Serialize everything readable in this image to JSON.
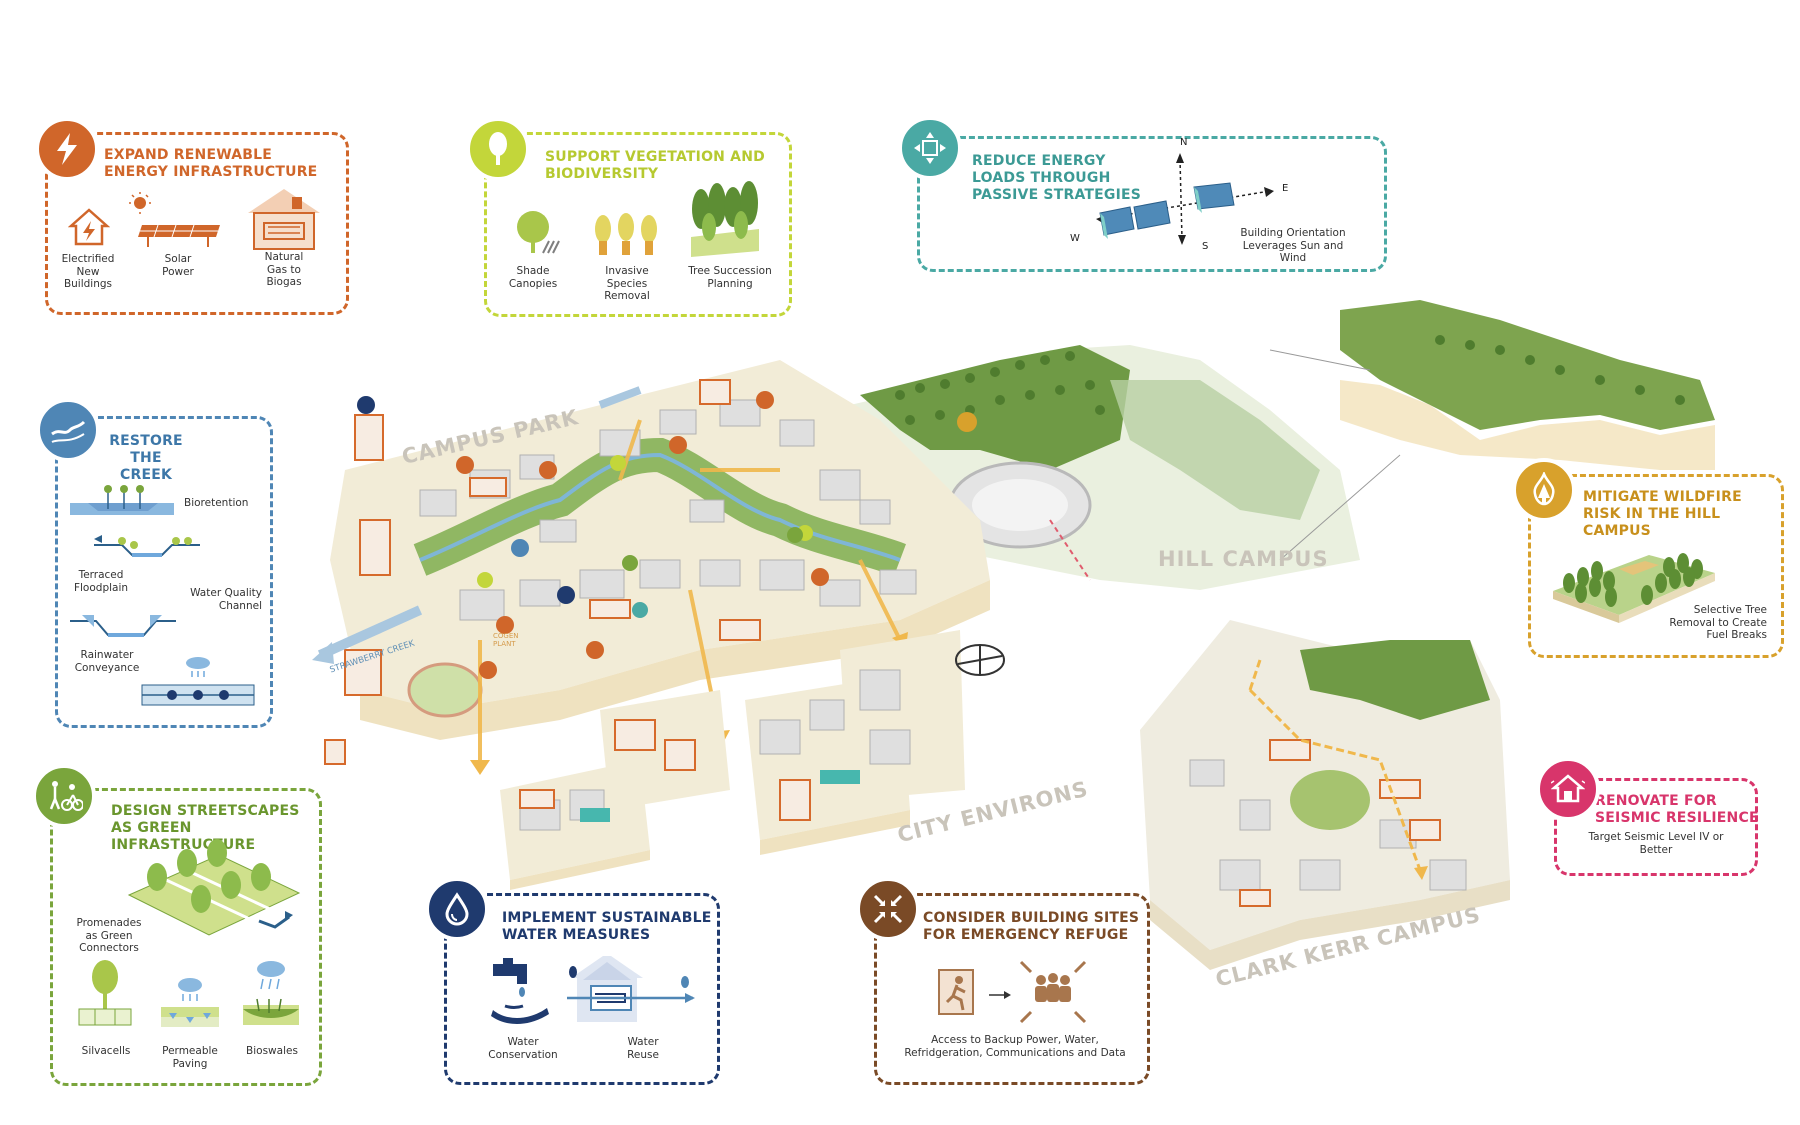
{
  "colors": {
    "energy": "#d0662a",
    "vegetation": "#c3d63a",
    "passive": "#4aa9a4",
    "creek": "#4f86b5",
    "streetscape": "#7aa53c",
    "water": "#1f3a6e",
    "refuge": "#7a4a26",
    "wildfire": "#d8a12c",
    "seismic": "#d8356b"
  },
  "panels": {
    "energy": {
      "title": "EXPAND RENEWABLE ENERGY INFRASTRUCTURE",
      "items": [
        "Electrified New Buildings",
        "Solar Power",
        "Natural Gas to Biogas"
      ],
      "icon": "lightning-icon"
    },
    "vegetation": {
      "title": "SUPPORT VEGETATION AND BIODIVERSITY",
      "items": [
        "Shade Canopies",
        "Invasive Species Removal",
        "Tree Succession Planning"
      ],
      "icon": "tree-icon"
    },
    "passive": {
      "title": "REDUCE ENERGY LOADS THROUGH PASSIVE STRATEGIES",
      "items": [
        "Building Orientation Leverages Sun and Wind"
      ],
      "compass": {
        "n": "N",
        "s": "S",
        "e": "E",
        "w": "W"
      },
      "icon": "arrows-expand-icon"
    },
    "creek": {
      "title": "RESTORE THE CREEK",
      "items": [
        "Bioretention",
        "Terraced Floodplain",
        "Water Quality Channel",
        "Rainwater Conveyance"
      ],
      "icon": "creek-icon"
    },
    "streetscape": {
      "title": "DESIGN STREETSCAPES AS GREEN INFRASTRUCTURE",
      "items": [
        "Promenades as Green Connectors",
        "Silvacells",
        "Permeable Paving",
        "Bioswales"
      ],
      "icon": "walk-bike-icon"
    },
    "water": {
      "title": "IMPLEMENT SUSTAINABLE WATER MEASURES",
      "items": [
        "Water Conservation",
        "Water Reuse"
      ],
      "icon": "water-drop-icon"
    },
    "refuge": {
      "title": "CONSIDER BUILDING SITES FOR EMERGENCY REFUGE",
      "items": [
        "Access to Backup Power, Water, Refridgeration, Communications and Data"
      ],
      "icon": "gather-icon"
    },
    "wildfire": {
      "title": "MITIGATE WILDFIRE RISK IN THE HILL CAMPUS",
      "items": [
        "Selective Tree Removal to Create Fuel Breaks"
      ],
      "icon": "fire-tree-icon"
    },
    "seismic": {
      "title": "RENOVATE FOR SEISMIC RESILIENCE",
      "items": [
        "Target Seismic Level IV or Better"
      ],
      "icon": "house-quake-icon"
    }
  },
  "map": {
    "areas": [
      "CAMPUS PARK",
      "HILL CAMPUS",
      "CITY ENVIRONS",
      "CLARK KERR CAMPUS"
    ],
    "creek_label": "STRAWBERRY CREEK",
    "plant_label": "COGEN PLANT"
  }
}
